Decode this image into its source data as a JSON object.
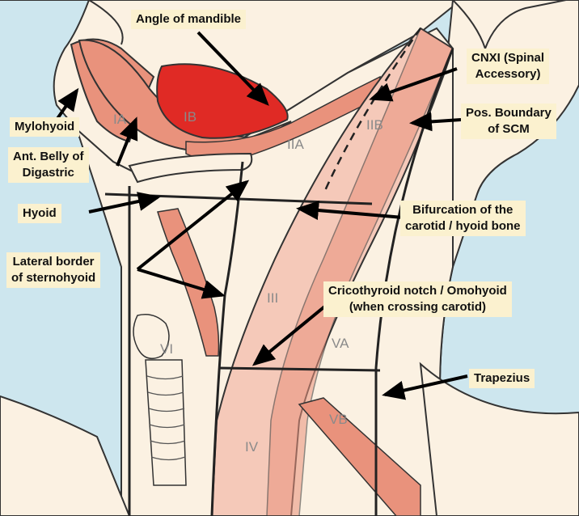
{
  "labels": {
    "angle_of_mandible": "Angle of mandible",
    "cnxi": [
      "CNXI (Spinal",
      "Accessory)"
    ],
    "mylohyoid": "Mylohyoid",
    "ant_belly": [
      "Ant. Belly of",
      "Digastric"
    ],
    "pos_boundary": [
      "Pos. Boundary",
      "of SCM"
    ],
    "hyoid": "Hyoid",
    "bifurcation": [
      "Bifurcation of the",
      "carotid / hyoid bone"
    ],
    "lateral_border": [
      "Lateral border",
      "of sternohyoid"
    ],
    "cricothyroid": [
      "Cricothyroid notch / Omohyoid",
      "(when crossing carotid)"
    ],
    "trapezius": "Trapezius"
  },
  "levels": [
    "IA",
    "IB",
    "IIA",
    "IIB",
    "III",
    "VA",
    "VB",
    "VI",
    "IV"
  ],
  "colors": {
    "background": "#cde6ee",
    "skin": "#fbf1e2",
    "muscle": "#e9927c",
    "level_fill": "#f5c9b9",
    "submandibular": "#e02a25",
    "label_bg": "#fbf1cf",
    "outline": "#222222"
  }
}
